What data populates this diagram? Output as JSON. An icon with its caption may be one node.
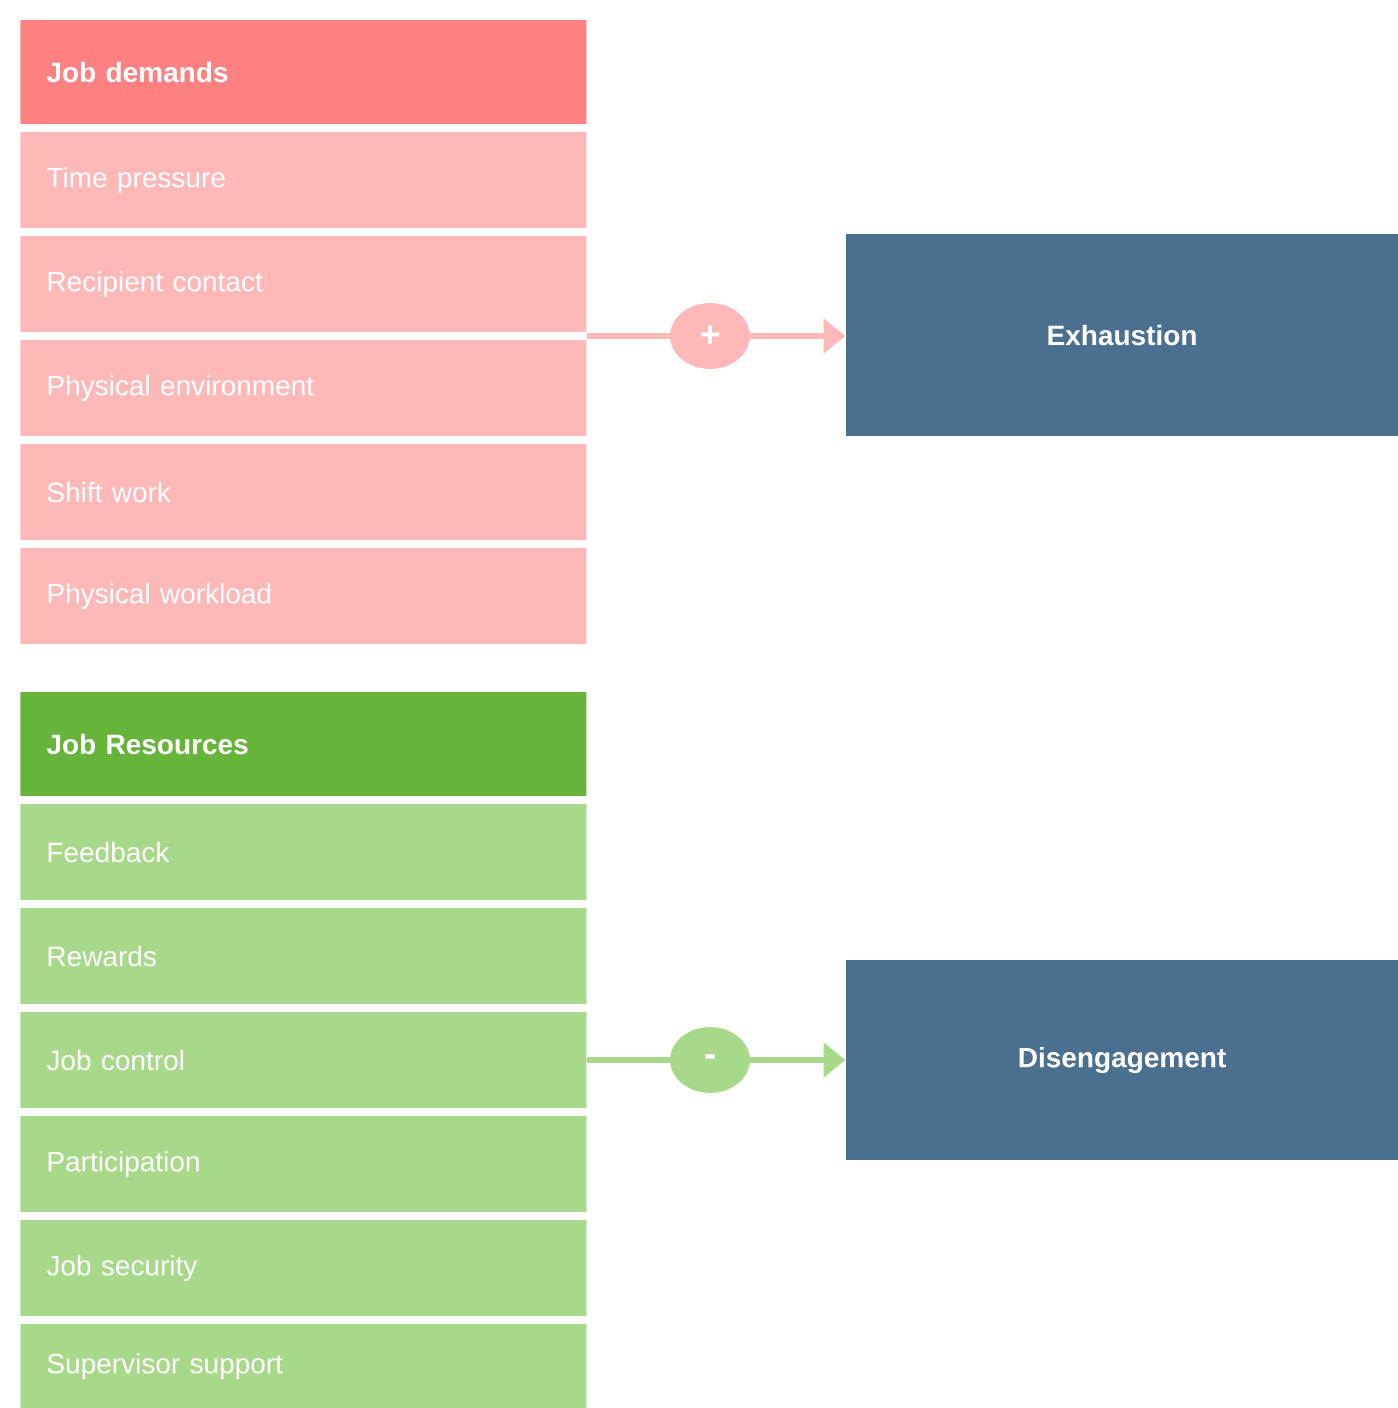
{
  "diagram": {
    "nodes": [
      {
        "text": [
          "Job demands"
        ]
      },
      {
        "text": [
          "Time pressure"
        ]
      },
      {
        "text": [
          "Recipient contact"
        ]
      },
      {
        "text": [
          "Physical environment"
        ]
      },
      {
        "text": [
          "Shift work"
        ]
      },
      {
        "text": [
          "Physical workload"
        ]
      },
      {
        "text": [
          "Exhaustion"
        ]
      },
      {
        "text": [
          "Job Resources"
        ]
      },
      {
        "text": [
          "Feedback"
        ]
      },
      {
        "text": [
          "Rewards"
        ]
      },
      {
        "text": [
          "Job control"
        ]
      },
      {
        "text": [
          "Participation"
        ]
      },
      {
        "text": [
          "Job security"
        ]
      },
      {
        "text": [
          "Supervisor support"
        ]
      },
      {
        "text": [
          "Disengagement"
        ]
      }
    ],
    "edges": [
      {
        "from": 2,
        "to": 6,
        "arrow": "to",
        "label": "+",
        "color": "#ffb8b8"
      },
      {
        "from": 10,
        "to": 14,
        "arrow": "to",
        "label": "-",
        "color": "#a8d88a"
      }
    ]
  }
}
